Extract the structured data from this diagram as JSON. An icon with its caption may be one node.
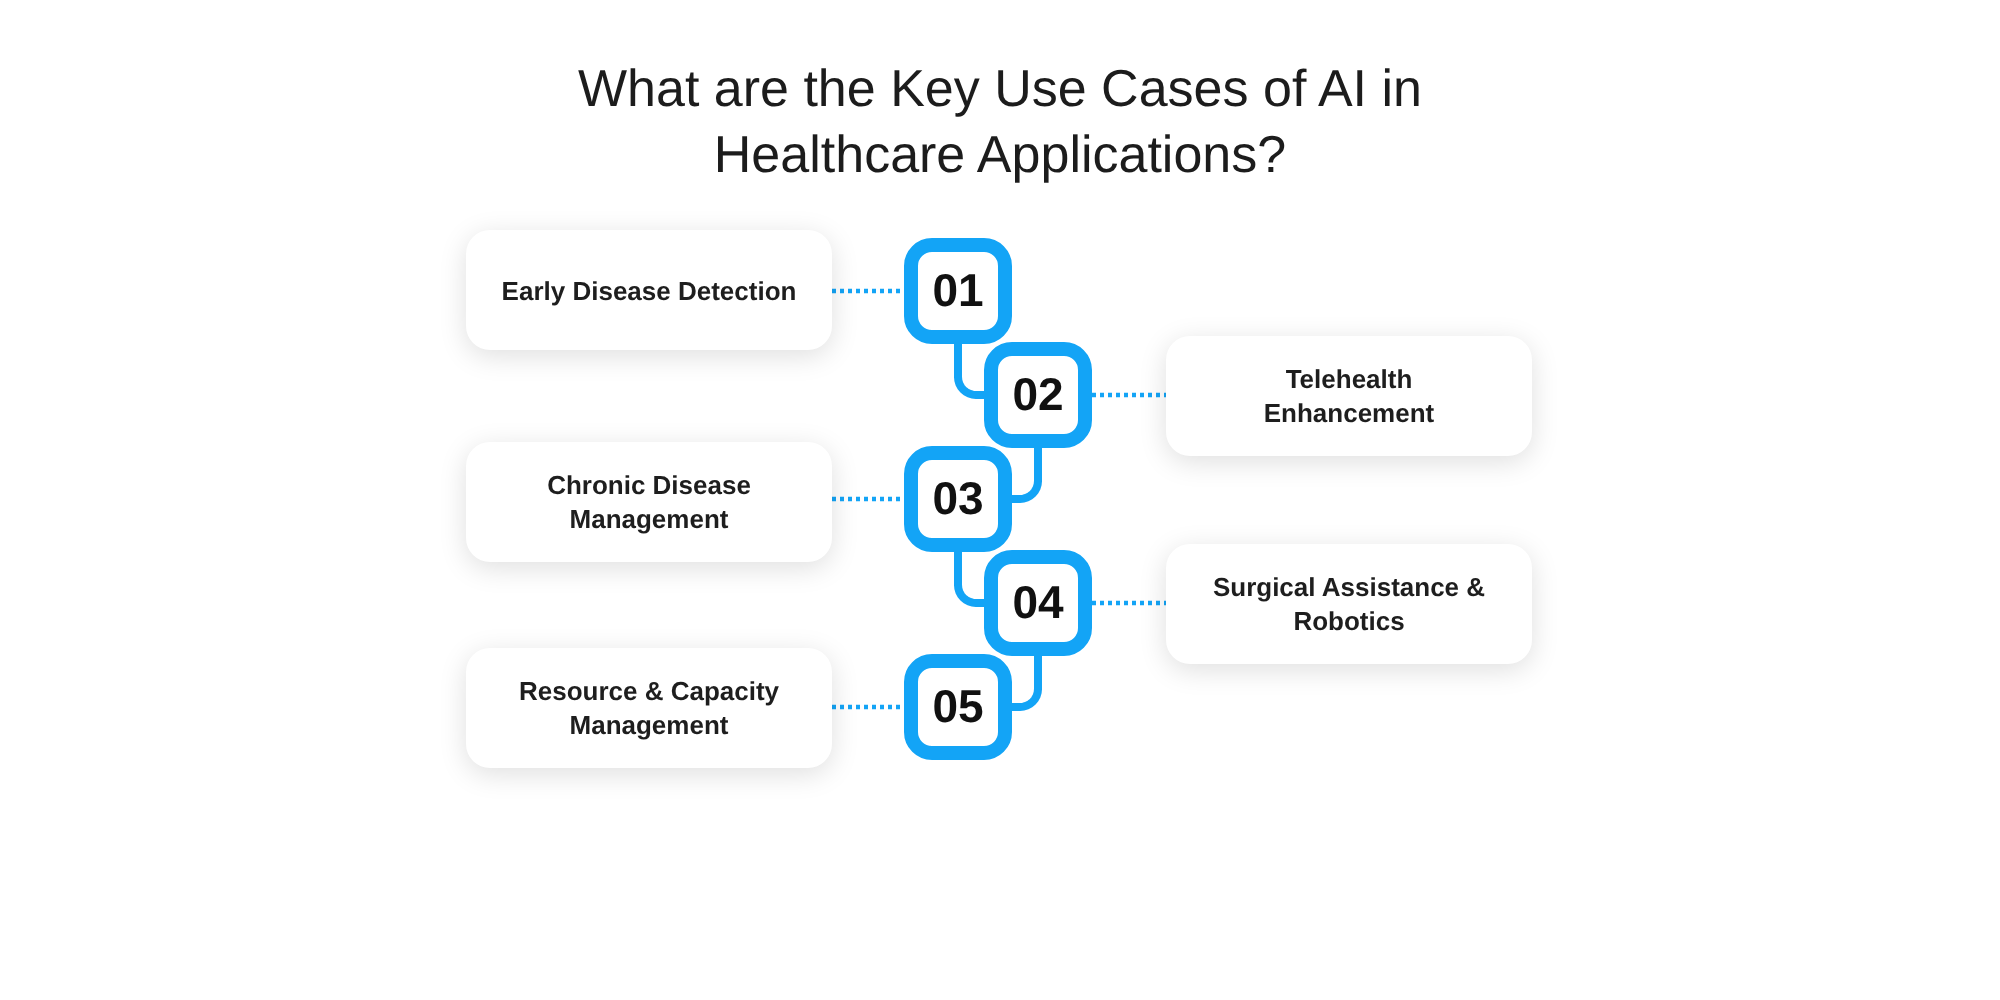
{
  "diagram": {
    "title": "What are the Key Use Cases of AI in Healthcare Applications?",
    "nodes": [
      {
        "text": [
          "Early Disease Detection"
        ]
      },
      {
        "text": [
          "01"
        ]
      },
      {
        "text": [
          "02"
        ]
      },
      {
        "text": [
          "Telehealth Enhancement"
        ]
      },
      {
        "text": [
          "Chronic Disease Management"
        ]
      },
      {
        "text": [
          "03"
        ]
      },
      {
        "text": [
          "04"
        ]
      },
      {
        "text": [
          "Surgical Assistance & Robotics"
        ]
      },
      {
        "text": [
          "Resource & Capacity Management"
        ]
      },
      {
        "text": [
          "05"
        ]
      }
    ],
    "edges": [
      {
        "from": 0,
        "to": 1,
        "arrow": "none",
        "style": "dashed"
      },
      {
        "from": 1,
        "to": 2,
        "arrow": "none",
        "style": "thick"
      },
      {
        "from": 2,
        "to": 3,
        "arrow": "none",
        "style": "dashed"
      },
      {
        "from": 2,
        "to": 5,
        "arrow": "none",
        "style": "thick"
      },
      {
        "from": 4,
        "to": 5,
        "arrow": "none",
        "style": "dashed"
      },
      {
        "from": 5,
        "to": 6,
        "arrow": "none",
        "style": "thick"
      },
      {
        "from": 6,
        "to": 7,
        "arrow": "none",
        "style": "dashed"
      },
      {
        "from": 6,
        "to": 9,
        "arrow": "none",
        "style": "thick"
      },
      {
        "from": 8,
        "to": 9,
        "arrow": "none",
        "style": "dashed"
      }
    ]
  }
}
